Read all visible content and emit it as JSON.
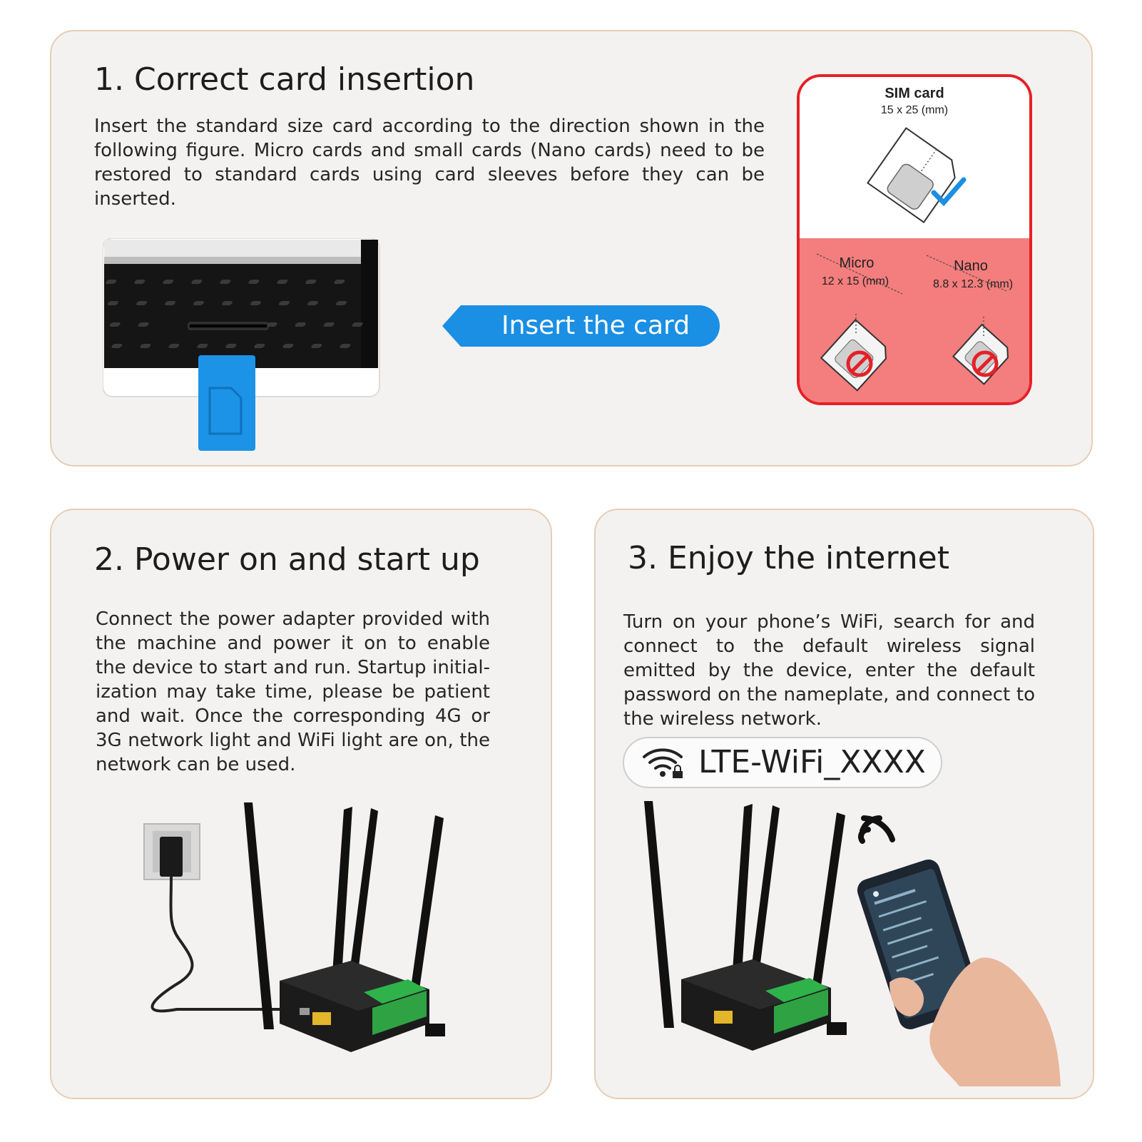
{
  "step1": {
    "title": "1. Correct card insertion",
    "body": "Insert the standard size card according to the direction shown in the following figure. Micro cards and small cards (Nano cards) need to be restored to standard cards using card sleeves before they can be inserted.",
    "insert_label": "Insert the card",
    "sim_chart": {
      "sim_title": "SIM card",
      "sim_size": "15 x 25 (mm)",
      "micro_title": "Micro",
      "micro_size": "12 x 15 (mm)",
      "nano_title": "Nano",
      "nano_size": "8.8 x 12.3 (mm)"
    }
  },
  "step2": {
    "title": "2. Power on and start up",
    "body": "Connect the power adapter provided with the machine and power it on to enable the device to start and run. Startup initial-ization may take time, please be patient and wait. Once the corresponding 4G or 3G network light and WiFi light are on, the network can be used."
  },
  "step3": {
    "title": "3. Enjoy the internet",
    "body": "Turn on your phone’s WiFi, search for and connect to the default wireless signal emitted by the device, enter the default password on the nameplate, and connect to the wireless network.",
    "ssid": "LTE-WiFi_XXXX"
  },
  "colors": {
    "panel_bg": "#f3f2f1",
    "panel_border": "#e7cdb4",
    "accent_blue": "#1a8fe3",
    "sim_red": "#e52128",
    "sim_pink": "#f47d7d"
  }
}
